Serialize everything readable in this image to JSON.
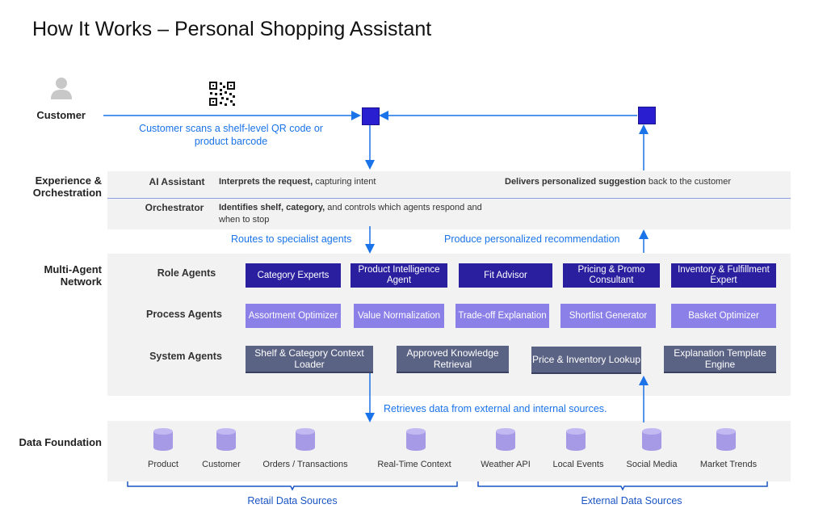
{
  "title": "How It Works – Personal Shopping Assistant",
  "rows": {
    "customer": "Customer",
    "experience": "Experience & Orchestration",
    "multi_agent": "Multi-Agent Network",
    "data_foundation": "Data Foundation"
  },
  "flow_labels": {
    "scan": "Customer scans a shelf-level QR code or product barcode",
    "routes": "Routes to specialist agents",
    "produce": "Produce personalized recommendation",
    "retrieves": "Retrieves data from external and internal sources."
  },
  "experience": {
    "ai_assistant_label": "AI Assistant",
    "ai_assistant_bold": "Interprets the request,",
    "ai_assistant_rest": " capturing intent",
    "delivers_bold": "Delivers personalized suggestion",
    "delivers_rest": " back to the customer",
    "orchestrator_label": "Orchestrator",
    "orchestrator_bold": "Identifies shelf, category,",
    "orchestrator_rest": " and controls which agents respond and when to stop"
  },
  "agents": {
    "role_label": "Role Agents",
    "process_label": "Process Agents",
    "system_label": "System Agents",
    "role": [
      "Category Experts",
      "Product Intelligence Agent",
      "Fit Advisor",
      "Pricing & Promo Consultant",
      "Inventory & Fulfillment Expert"
    ],
    "process": [
      "Assortment Optimizer",
      "Value Normalization",
      "Trade-off Explanation",
      "Shortlist Generator",
      "Basket Optimizer"
    ],
    "system": [
      "Shelf & Category Context Loader",
      "Approved Knowledge Retrieval",
      "Price & Inventory Lookup",
      "Explanation Template Engine"
    ]
  },
  "data_sources": {
    "retail": [
      "Product",
      "Customer",
      "Orders / Transactions",
      "Real-Time Context"
    ],
    "external": [
      "Weather API",
      "Local Events",
      "Social Media",
      "Market Trends"
    ],
    "retail_group": "Retail Data Sources",
    "external_group": "External Data Sources"
  },
  "icons": [
    "person-icon",
    "qr-code-icon",
    "database-icon"
  ],
  "colors": {
    "role_agent": "#2a1f9e",
    "process_agent": "#8b7fe8",
    "system_agent": "#5b6384",
    "flow_blue": "#1a73e8",
    "node": "#2a1fd0"
  }
}
